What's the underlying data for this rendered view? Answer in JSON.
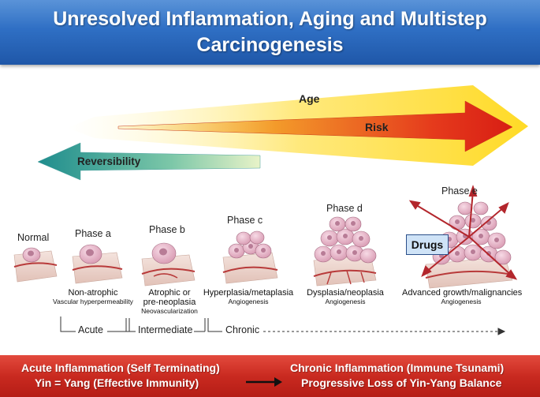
{
  "title": {
    "line1": "Unresolved Inflammation, Aging and Multistep",
    "line2": "Carcinogenesis"
  },
  "arrows": {
    "age": "Age",
    "risk": "Risk",
    "reversibility": "Reversibility"
  },
  "phases": {
    "normal": "Normal",
    "a": "Phase a",
    "b": "Phase b",
    "c": "Phase c",
    "d": "Phase d",
    "e": "Phase e"
  },
  "captions": {
    "a_main": "Non-atrophic",
    "a_sub": "Vascular hyperpermeability",
    "b_main1": "Atrophic or",
    "b_main2": "pre-neoplasia",
    "b_sub": "Neovascularization",
    "c_main": "Hyperplasia/metaplasia",
    "c_sub": "Angiogenesis",
    "d_main": "Dysplasia/neoplasia",
    "d_sub": "Angiogenesis",
    "e_main": "Advanced growth/malignancies",
    "e_sub": "Angiogenesis"
  },
  "drugs": "Drugs",
  "timeline": {
    "acute": "Acute",
    "intermediate": "Intermediate",
    "chronic": "Chronic"
  },
  "bottom": {
    "left1": "Acute Inflammation (Self Terminating)",
    "left2": "Yin = Yang (Effective Immunity)",
    "right1": "Chronic Inflammation (Immune Tsunami)",
    "right2": "Progressive Loss of Yin-Yang Balance"
  },
  "colors": {
    "title_blue": "#2f6fc4",
    "bottom_red": "#c92a20",
    "risk_red": "#e2231a",
    "reversibility_teal": "#2f9a9a",
    "cell_pink": "#e8b7c8"
  }
}
